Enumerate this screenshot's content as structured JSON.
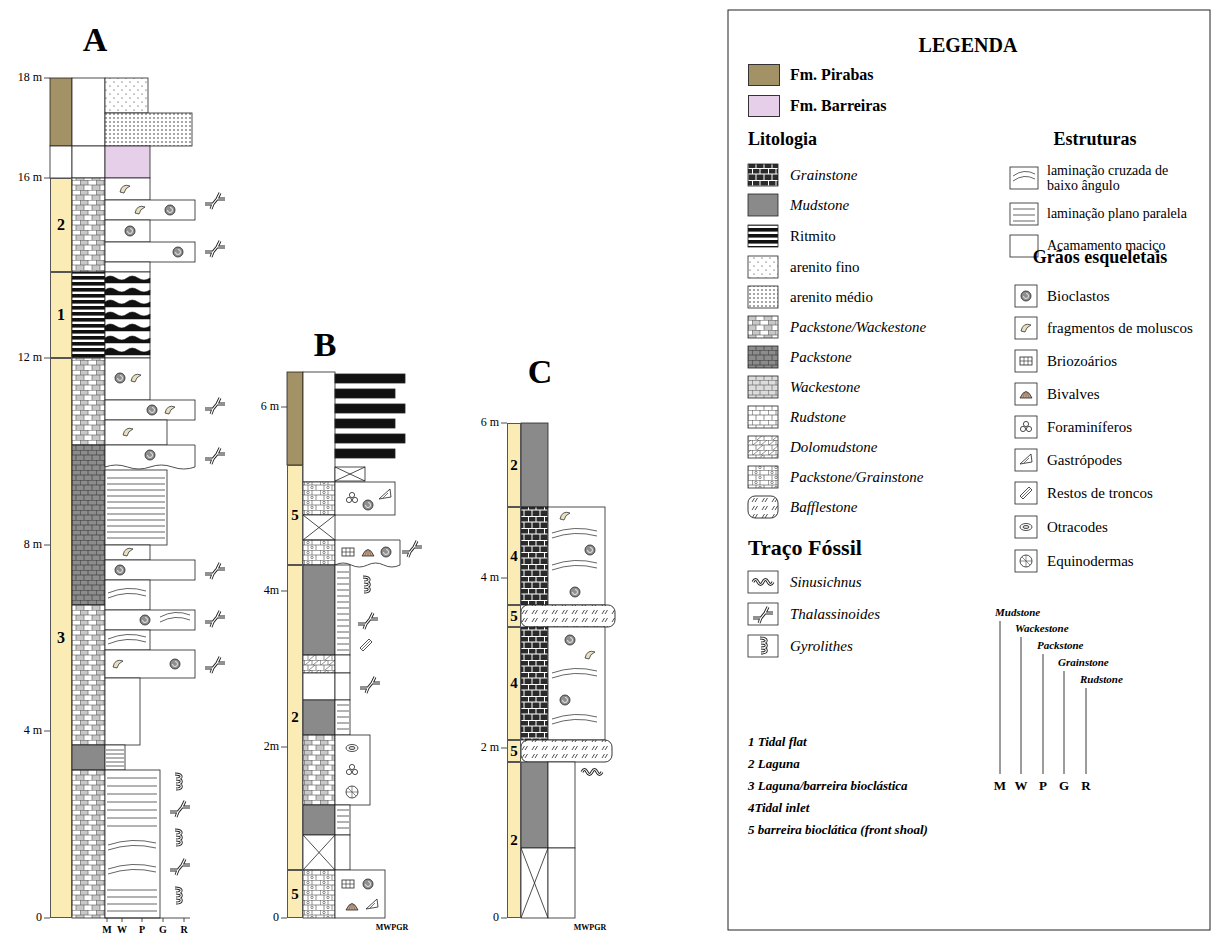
{
  "diagram": {
    "nodes": [
      {
        "text": [
          "2"
        ]
      },
      {
        "text": [
          "1"
        ]
      },
      {
        "text": [
          "3"
        ]
      },
      {
        "text": [
          "5"
        ]
      },
      {
        "text": [
          "2"
        ]
      },
      {
        "text": [
          "5"
        ]
      },
      {
        "text": [
          "2"
        ]
      },
      {
        "text": [
          "4"
        ]
      },
      {
        "text": [
          "5"
        ]
      },
      {
        "text": [
          "4"
        ]
      },
      {
        "text": [
          "5"
        ]
      },
      {
        "text": [
          "2"
        ]
      }
    ],
    "labels": [
      "A",
      "B",
      "C",
      "18 m",
      "16 m",
      "12 m",
      "8 m",
      "4 m",
      "0",
      "M",
      "W",
      "P",
      "G",
      "R",
      "6 m",
      "4m",
      "2m",
      "0",
      "MWPGR",
      "6 m",
      "4 m",
      "2 m",
      "0",
      "MWPGR",
      "LEGENDA",
      "Litologia",
      "Traço Fóssil",
      "Estruturas",
      "Grãos esqueletais",
      "Mudstone",
      "Wackestone",
      "Packstone",
      "Grainstone",
      "Rudstone",
      "M",
      "W",
      "P",
      "G",
      "R",
      "1 Tidal flat",
      "2 Laguna",
      "3 Laguna/barreira bioclástica",
      "4Tidal inlet",
      "5 barreira bioclática (front shoal)"
    ],
    "legend": [
      {
        "text": "Fm. Pirabas",
        "color": "#a39266"
      },
      {
        "text": "Fm. Barreiras",
        "color": "#e6cfe8"
      },
      {
        "text": "Grainstone"
      },
      {
        "text": "Mudstone"
      },
      {
        "text": "Ritmito"
      },
      {
        "text": "arenito fino"
      },
      {
        "text": "arenito médio"
      },
      {
        "text": "Packstone/Wackestone"
      },
      {
        "text": "Packstone"
      },
      {
        "text": "Wackestone"
      },
      {
        "text": "Rudstone"
      },
      {
        "text": "Dolomudstone"
      },
      {
        "text": "Packstone/Grainstone"
      },
      {
        "text": "Bafflestone"
      },
      {
        "text": "Sinusichnus"
      },
      {
        "text": "Thalassinoides"
      },
      {
        "text": "Gyrolithes"
      },
      {
        "text": "laminação cruzada de baixo ângulo"
      },
      {
        "text": "laminação plano paralela"
      },
      {
        "text": "Acamamento maciço"
      },
      {
        "text": "Bioclastos"
      },
      {
        "text": "fragmentos de moluscos"
      },
      {
        "text": "Briozoários"
      },
      {
        "text": "Bivalves"
      },
      {
        "text": "Foraminíferos"
      },
      {
        "text": "Gastrópodes"
      },
      {
        "text": "Restos de troncos"
      },
      {
        "text": "Otracodes"
      },
      {
        "text": "Equinodermas"
      }
    ]
  }
}
